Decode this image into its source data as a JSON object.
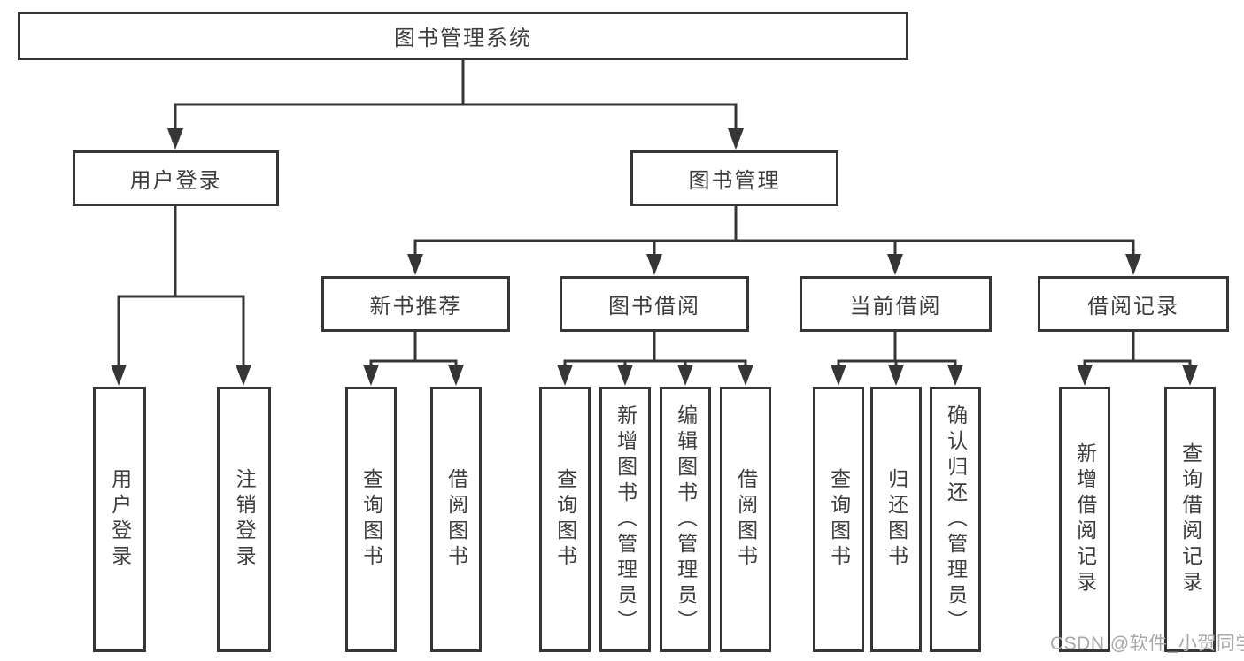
{
  "diagram": {
    "root": {
      "label": "图书管理系统",
      "children": [
        {
          "label": "用户登录",
          "children": [
            {
              "label": "用户登录"
            },
            {
              "label": "注销登录"
            }
          ]
        },
        {
          "label": "图书管理",
          "children": [
            {
              "label": "新书推荐",
              "children": [
                {
                  "label": "查询图书"
                },
                {
                  "label": "借阅图书"
                }
              ]
            },
            {
              "label": "图书借阅",
              "children": [
                {
                  "label": "查询图书"
                },
                {
                  "label": "新增图书（管理员）"
                },
                {
                  "label": "编辑图书（管理员）"
                },
                {
                  "label": "借阅图书"
                }
              ]
            },
            {
              "label": "当前借阅",
              "children": [
                {
                  "label": "查询图书"
                },
                {
                  "label": "归还图书"
                },
                {
                  "label": "确认归还（管理员）"
                }
              ]
            },
            {
              "label": "借阅记录",
              "children": [
                {
                  "label": "新增借阅记录"
                },
                {
                  "label": "查询借阅记录"
                }
              ]
            }
          ]
        }
      ]
    }
  },
  "watermark": {
    "text": "CSDN @软件_小贺同学"
  },
  "colors": {
    "line": "#363636",
    "text": "#3e3e3e",
    "box_background": "#ffffff",
    "watermark": "#a8a8a8",
    "page_background": "#ffffff"
  }
}
